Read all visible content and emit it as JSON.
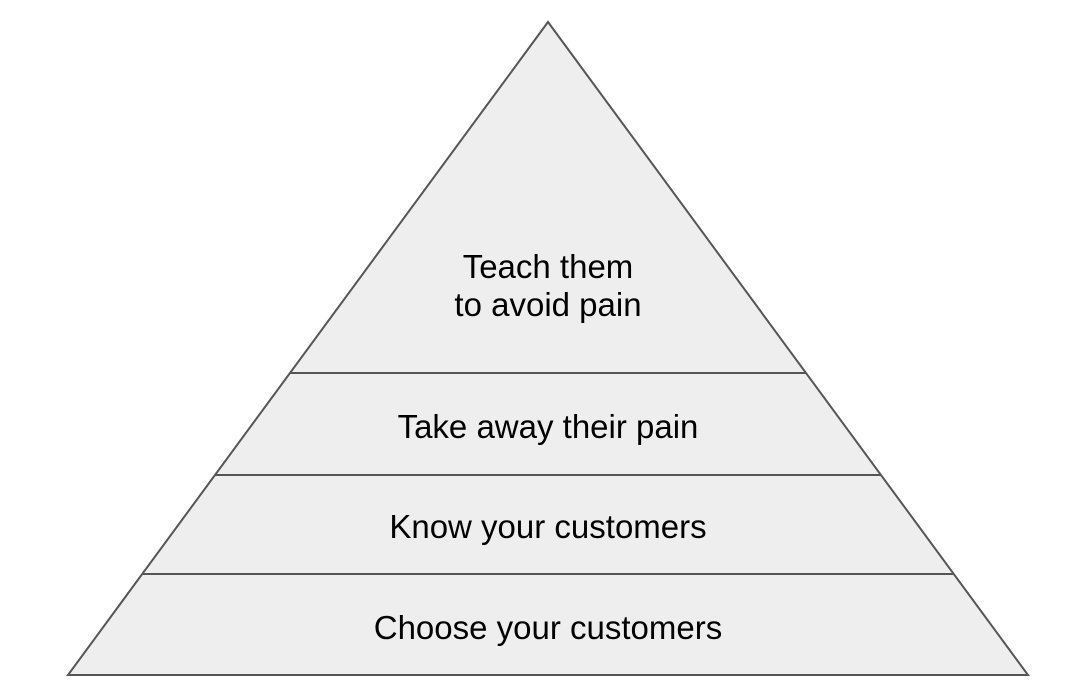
{
  "colors": {
    "page-bg": "#ffffff",
    "pyramid-fill": "#eeeeee",
    "pyramid-stroke": "#555557",
    "label-color": "#000000"
  },
  "pyramid": {
    "levels": [
      {
        "id": "teach-them-to-avoid-pain",
        "position": "top",
        "lines": [
          "Teach them",
          "to avoid pain"
        ]
      },
      {
        "id": "take-away-their-pain",
        "position": "upper-middle",
        "lines": [
          "Take away their pain"
        ]
      },
      {
        "id": "know-your-customers",
        "position": "lower-middle",
        "lines": [
          "Know your customers"
        ]
      },
      {
        "id": "choose-your-customers",
        "position": "bottom",
        "lines": [
          "Choose your customers"
        ]
      }
    ]
  }
}
